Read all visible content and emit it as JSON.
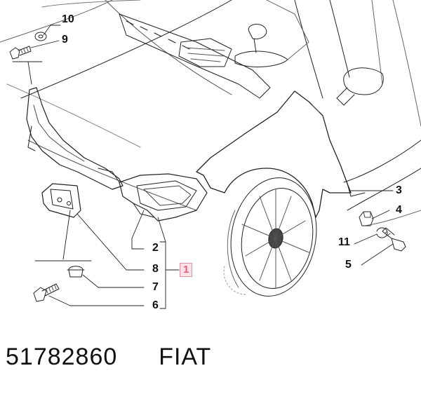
{
  "callouts": {
    "c10": "10",
    "c9": "9",
    "c3": "3",
    "c4": "4",
    "c11": "11",
    "c5": "5",
    "c2": "2",
    "c8": "8",
    "c7": "7",
    "c6": "6",
    "c1": "1"
  },
  "footer": {
    "part_number": "51782860",
    "brand": "FIAT"
  },
  "colors": {
    "line": "#222222",
    "highlight": "#e0607a",
    "highlight_bg": "#fde2e8"
  }
}
